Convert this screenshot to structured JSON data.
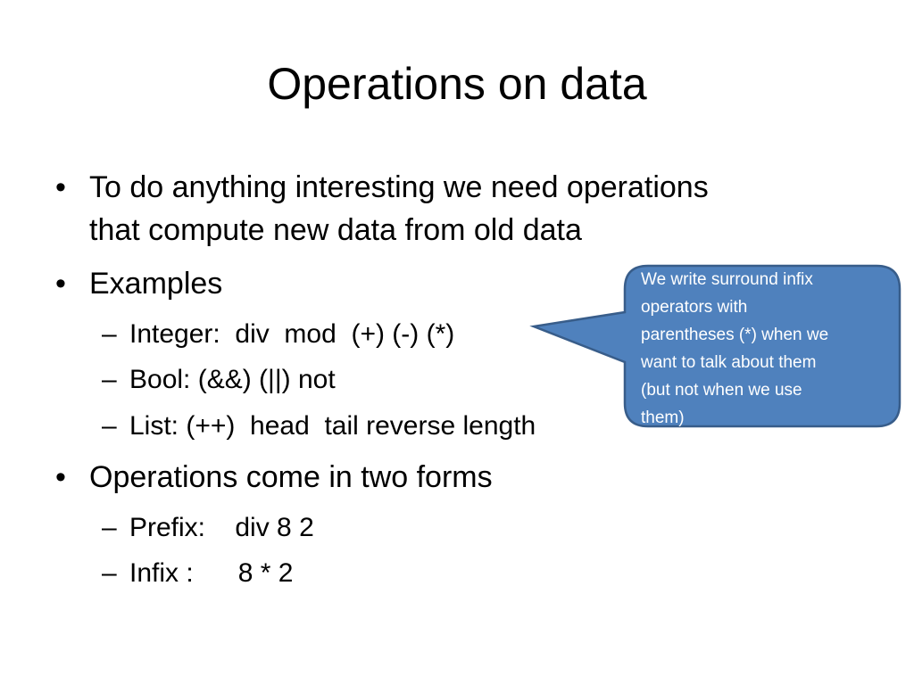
{
  "slide": {
    "title": "Operations on data",
    "bullet_symbol": "•",
    "dash_symbol": "–",
    "bullet1": {
      "line1": "To do anything interesting we need operations",
      "line2": "that compute new data from old data"
    },
    "bullet2": "Examples",
    "examples": [
      "Integer:  div  mod  (+) (-) (*)",
      "Bool: (&&) (||) not",
      "List: (++)  head  tail reverse length"
    ],
    "bullet3": "Operations come in two forms",
    "forms": [
      "Prefix:    div 8 2",
      "Infix :      8 * 2"
    ]
  },
  "callout": {
    "lines": [
      "We write surround infix",
      "operators with",
      "parentheses (*) when we",
      "want to talk about them",
      "(but not when we use",
      "them)"
    ],
    "fill_color": "#4F81BD",
    "border_color": "#385D8A",
    "text_color": "#FFFFFF"
  }
}
